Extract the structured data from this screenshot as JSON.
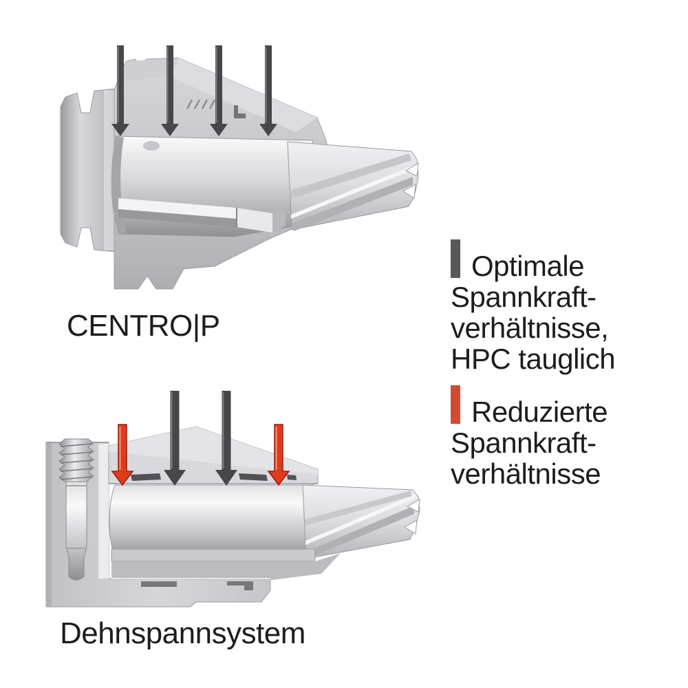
{
  "figure": {
    "top_diagram": {
      "label": "CENTRO|P",
      "description": "collet chuck tool holder cross-section with clamping force arrows",
      "dark_arrow_count": 4,
      "red_arrow_count": 0
    },
    "bottom_diagram": {
      "label": "Dehnspannsystem",
      "description": "hydraulic expansion clamping system cross-section with clamp screw and force arrows",
      "dark_arrow_count": 2,
      "red_arrow_count": 2
    }
  },
  "legend": {
    "items": [
      {
        "marker_color": "#58585b",
        "lines": [
          "Optimale",
          "Spannkraft-",
          "verhältnisse,",
          "HPC tauglich"
        ]
      },
      {
        "marker_color": "#d24b2e",
        "lines": [
          "Reduzierte",
          "Spannkraft-",
          "verhältnisse"
        ]
      }
    ]
  },
  "colors": {
    "arrow_dark": "#47474b",
    "arrow_red": "#e23a1c",
    "text": "#1d1d1b",
    "background": "#ffffff",
    "metal_light": "#f2f2f4",
    "metal_mid": "#c9c9cd",
    "metal_dark": "#8f8f93"
  }
}
